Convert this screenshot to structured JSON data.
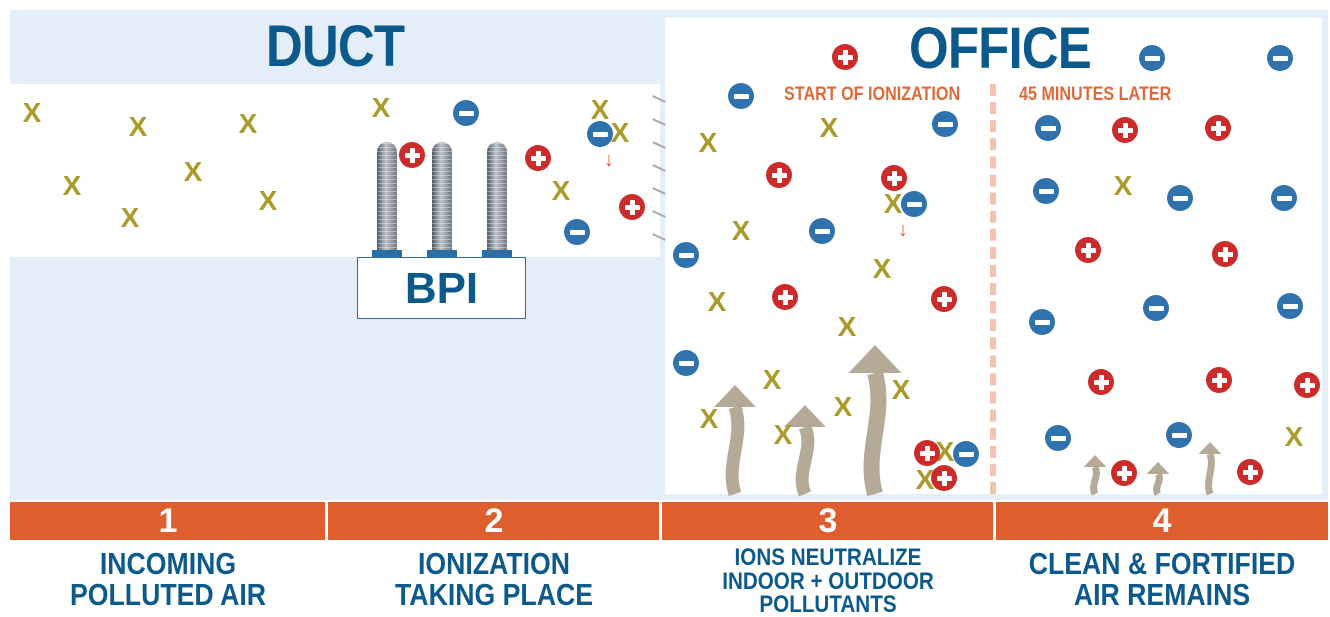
{
  "titles": {
    "duct": "DUCT",
    "office": "OFFICE",
    "device": "BPI"
  },
  "office_labels": {
    "start": "START OF IONIZATION",
    "later": "45 MINUTES LATER"
  },
  "steps": [
    {
      "number": "1",
      "caption": [
        "INCOMING",
        "POLLUTED AIR"
      ]
    },
    {
      "number": "2",
      "caption": [
        "IONIZATION",
        "TAKING PLACE"
      ]
    },
    {
      "number": "3",
      "caption": [
        "IONS NEUTRALIZE",
        "INDOOR + OUTDOOR",
        "POLLUTANTS"
      ]
    },
    {
      "number": "4",
      "caption": [
        "CLEAN & FORTIFIED",
        "AIR REMAINS"
      ]
    }
  ],
  "symbols": {
    "pollutant": "X",
    "positive_ion": "plus-ion",
    "negative_ion": "minus-ion",
    "airflow": "up-arrow",
    "falling": "↓"
  },
  "colors": {
    "title_blue": "#0c5a8c",
    "duct_bg": "#e3eef8",
    "step_orange": "#de5f2d",
    "label_orange": "#de6a3a",
    "pollutant": "#a99c2c",
    "positive_ion": "#cc2b2b",
    "negative_ion": "#2f72ad",
    "airflow": "#b5aa97",
    "divider": "#f3c3b1"
  }
}
